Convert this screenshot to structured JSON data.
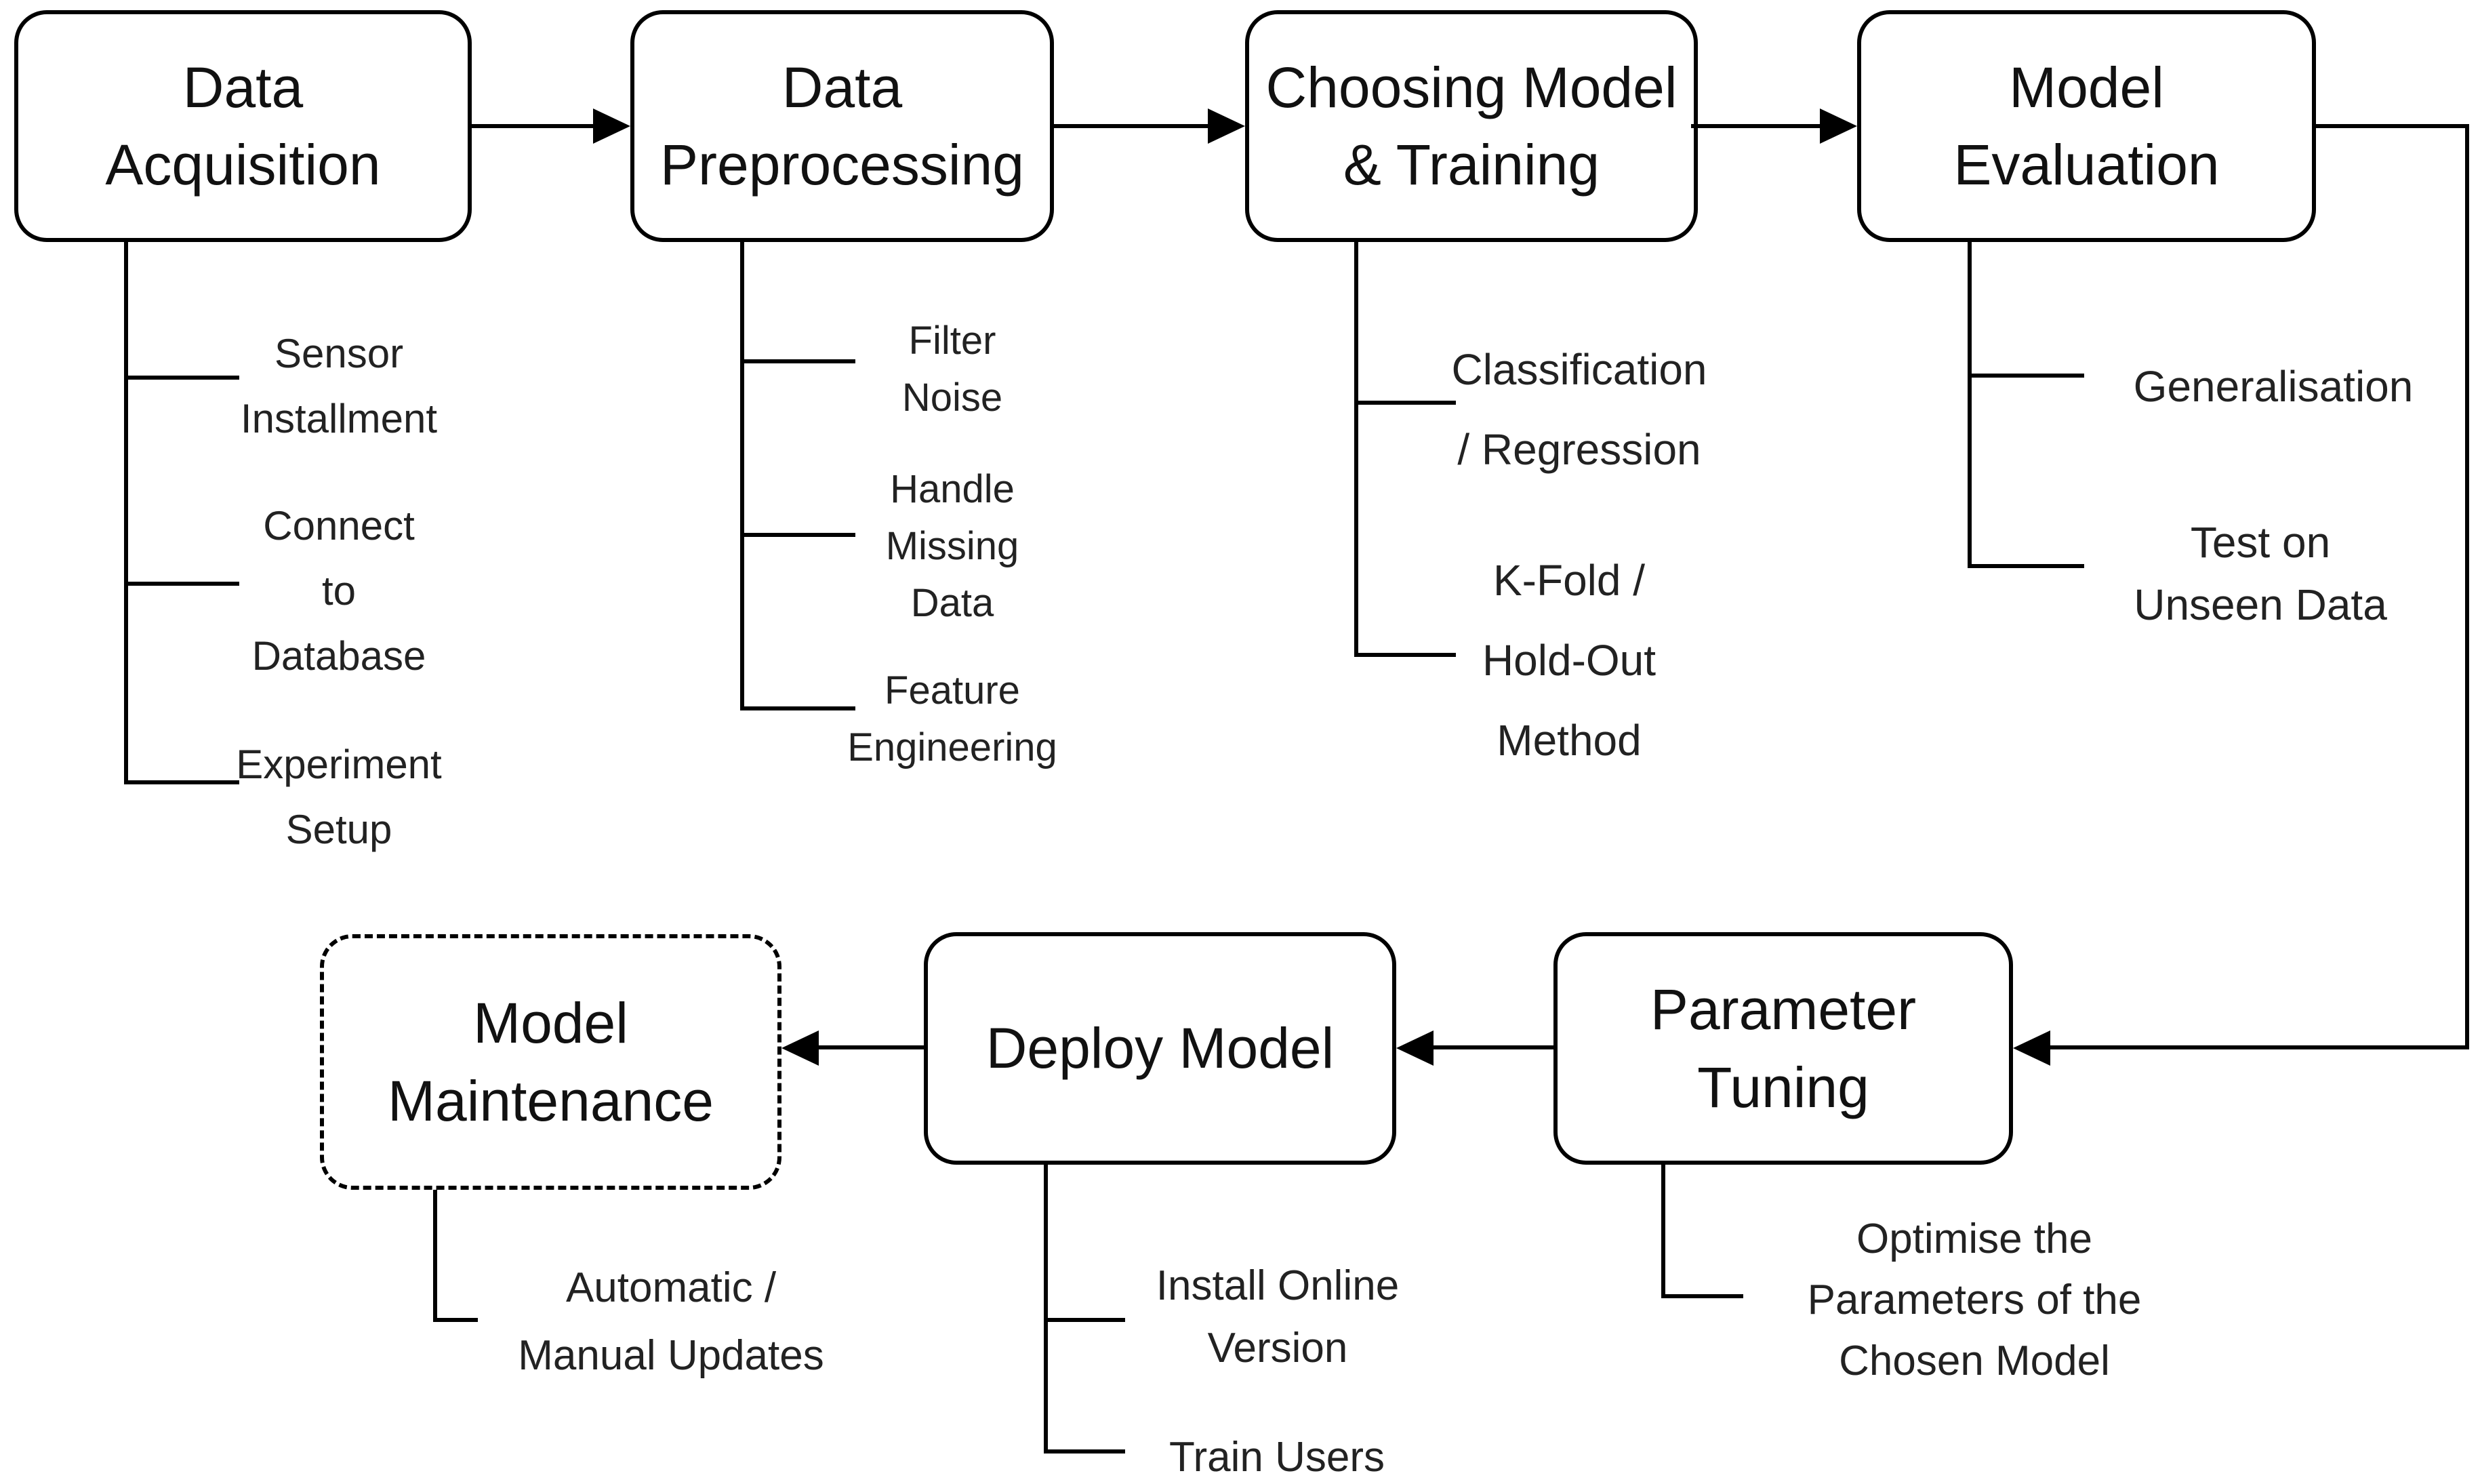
{
  "colors": {
    "background": "#ffffff",
    "stroke": "#000000",
    "text": "#111111"
  },
  "boxes": [
    {
      "id": "data-acquisition",
      "border": "solid",
      "lines": [
        "Data",
        "Acquisition"
      ],
      "items": [
        {
          "lines": [
            "Sensor",
            "Installment"
          ]
        },
        {
          "lines": [
            "Connect",
            "to",
            "Database"
          ]
        },
        {
          "lines": [
            "Experiment",
            "Setup"
          ]
        }
      ]
    },
    {
      "id": "data-preprocessing",
      "border": "solid",
      "lines": [
        "Data",
        "Preprocessing"
      ],
      "items": [
        {
          "lines": [
            "Filter",
            "Noise"
          ]
        },
        {
          "lines": [
            "Handle",
            "Missing",
            "Data"
          ]
        },
        {
          "lines": [
            "Feature",
            "Engineering"
          ]
        }
      ]
    },
    {
      "id": "choosing-model-training",
      "border": "solid",
      "lines": [
        "Choosing Model",
        "& Training"
      ],
      "items": [
        {
          "lines": [
            "Classification",
            "/ Regression"
          ]
        },
        {
          "lines": [
            "K-Fold /",
            "Hold-Out",
            "Method"
          ]
        }
      ]
    },
    {
      "id": "model-evaluation",
      "border": "solid",
      "lines": [
        "Model",
        "Evaluation"
      ],
      "items": [
        {
          "lines": [
            "Generalisation"
          ]
        },
        {
          "lines": [
            "Test on",
            "Unseen Data"
          ]
        }
      ]
    },
    {
      "id": "parameter-tuning",
      "border": "solid",
      "lines": [
        "Parameter",
        "Tuning"
      ],
      "items": [
        {
          "lines": [
            "Optimise the",
            "Parameters of the",
            "Chosen Model"
          ]
        }
      ]
    },
    {
      "id": "deploy-model",
      "border": "solid",
      "lines": [
        "Deploy Model"
      ],
      "items": [
        {
          "lines": [
            "Install Online",
            "Version"
          ]
        },
        {
          "lines": [
            "Train Users"
          ]
        }
      ]
    },
    {
      "id": "model-maintenance",
      "border": "dashed",
      "lines": [
        "Model",
        "Maintenance"
      ],
      "items": [
        {
          "lines": [
            "Automatic /",
            "Manual Updates"
          ]
        }
      ]
    }
  ],
  "connections": [
    {
      "from": "data-acquisition",
      "to": "data-preprocessing"
    },
    {
      "from": "data-preprocessing",
      "to": "choosing-model-training"
    },
    {
      "from": "choosing-model-training",
      "to": "model-evaluation"
    },
    {
      "from": "model-evaluation",
      "to": "parameter-tuning"
    },
    {
      "from": "parameter-tuning",
      "to": "deploy-model"
    },
    {
      "from": "deploy-model",
      "to": "model-maintenance"
    }
  ]
}
